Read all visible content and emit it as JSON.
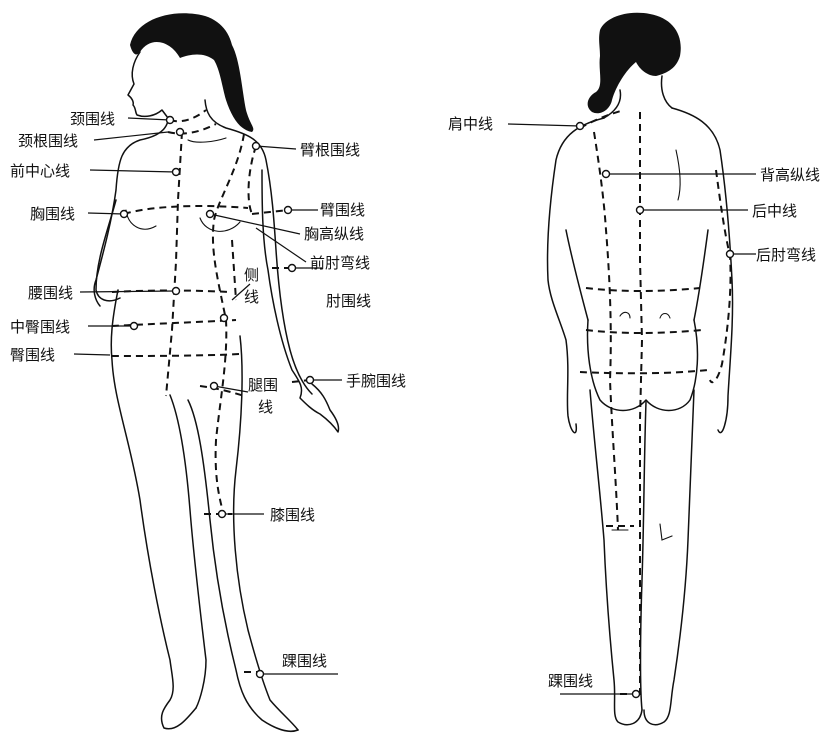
{
  "front_labels": {
    "neck": "颈围线",
    "neck_base": "颈根围线",
    "center_front": "前中心线",
    "chest": "胸围线",
    "waist": "腰围线",
    "mid_hip": "中臀围线",
    "hip": "臀围线",
    "arm_root": "臂根围线",
    "upper_arm": "臂围线",
    "bust_vertical": "胸高纵线",
    "front_elbow": "前肘弯线",
    "side_1": "侧",
    "side_2": "线",
    "elbow": "肘围线",
    "wrist": "手腕围线",
    "thigh_1": "腿围",
    "thigh_2": "线",
    "knee": "膝围线",
    "ankle": "踝围线"
  },
  "back_labels": {
    "shoulder_center": "肩中线",
    "back_vertical": "背高纵线",
    "center_back": "后中线",
    "back_elbow": "后肘弯线",
    "ankle": "踝围线"
  }
}
